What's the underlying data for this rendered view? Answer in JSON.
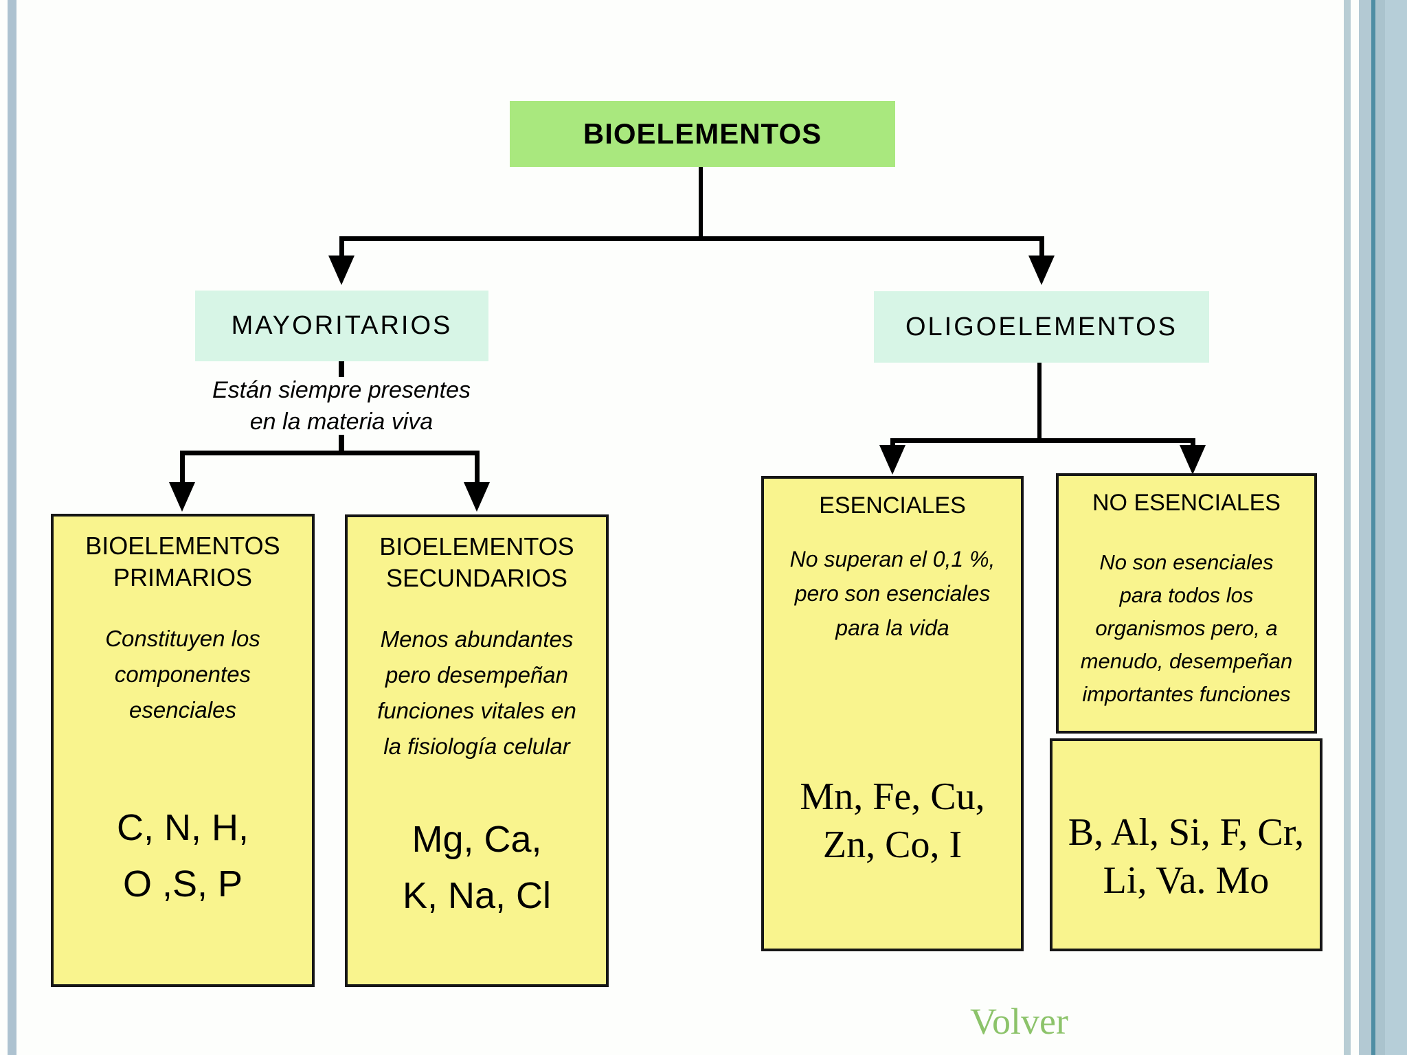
{
  "slide": {
    "background": "#fdfefc",
    "border_colors": {
      "left_stripe": "#adc2d0",
      "right_stripe": "#b8cdd4",
      "right_band": "#b3c9d3",
      "right_teal_line": "#4f8ea4",
      "right_band_inner": "#aac3cd",
      "right_band_outer": "#b6ced8"
    },
    "link": {
      "label": "Volver",
      "color": "#8cc36a"
    }
  },
  "root_node": {
    "label": "BIOELEMENTOS",
    "bg": "#a9e87e"
  },
  "level1": {
    "mayoritarios": {
      "label": "MAYORITARIOS",
      "bg": "#d7f5e6",
      "caption": [
        "Están siempre presentes",
        "en la materia viva"
      ]
    },
    "oligoelementos": {
      "label": "OLIGOELEMENTOS",
      "bg": "#d7f5e6"
    }
  },
  "level2": {
    "primarios": {
      "bg": "#f9f48e",
      "title": [
        "BIOELEMENTOS",
        "PRIMARIOS"
      ],
      "desc": [
        "Constituyen los",
        "componentes",
        "esenciales"
      ],
      "elements": [
        "C, N, H,",
        "O ,S, P"
      ]
    },
    "secundarios": {
      "bg": "#f9f48e",
      "title": [
        "BIOELEMENTOS",
        "SECUNDARIOS"
      ],
      "desc": [
        "Menos abundantes",
        "pero desempeñan",
        "funciones vitales en",
        "la fisiología celular"
      ],
      "elements": [
        "Mg, Ca,",
        "K, Na, Cl"
      ]
    },
    "esenciales": {
      "bg": "#f9f48e",
      "title": [
        "ESENCIALES"
      ],
      "desc": [
        "No superan el 0,1 %,",
        "pero son esenciales",
        "para la vida"
      ],
      "elements": [
        "Mn, Fe, Cu,",
        "Zn, Co, I"
      ]
    },
    "no_esenciales": {
      "bg": "#f9f48e",
      "title": [
        "NO ESENCIALES"
      ],
      "desc": [
        "No son esenciales",
        "para todos los",
        "organismos pero, a",
        "menudo, desempeñan",
        "importantes funciones"
      ],
      "elements": [
        "B, Al, Si, F, Cr,",
        "Li, Va. Mo"
      ]
    }
  }
}
